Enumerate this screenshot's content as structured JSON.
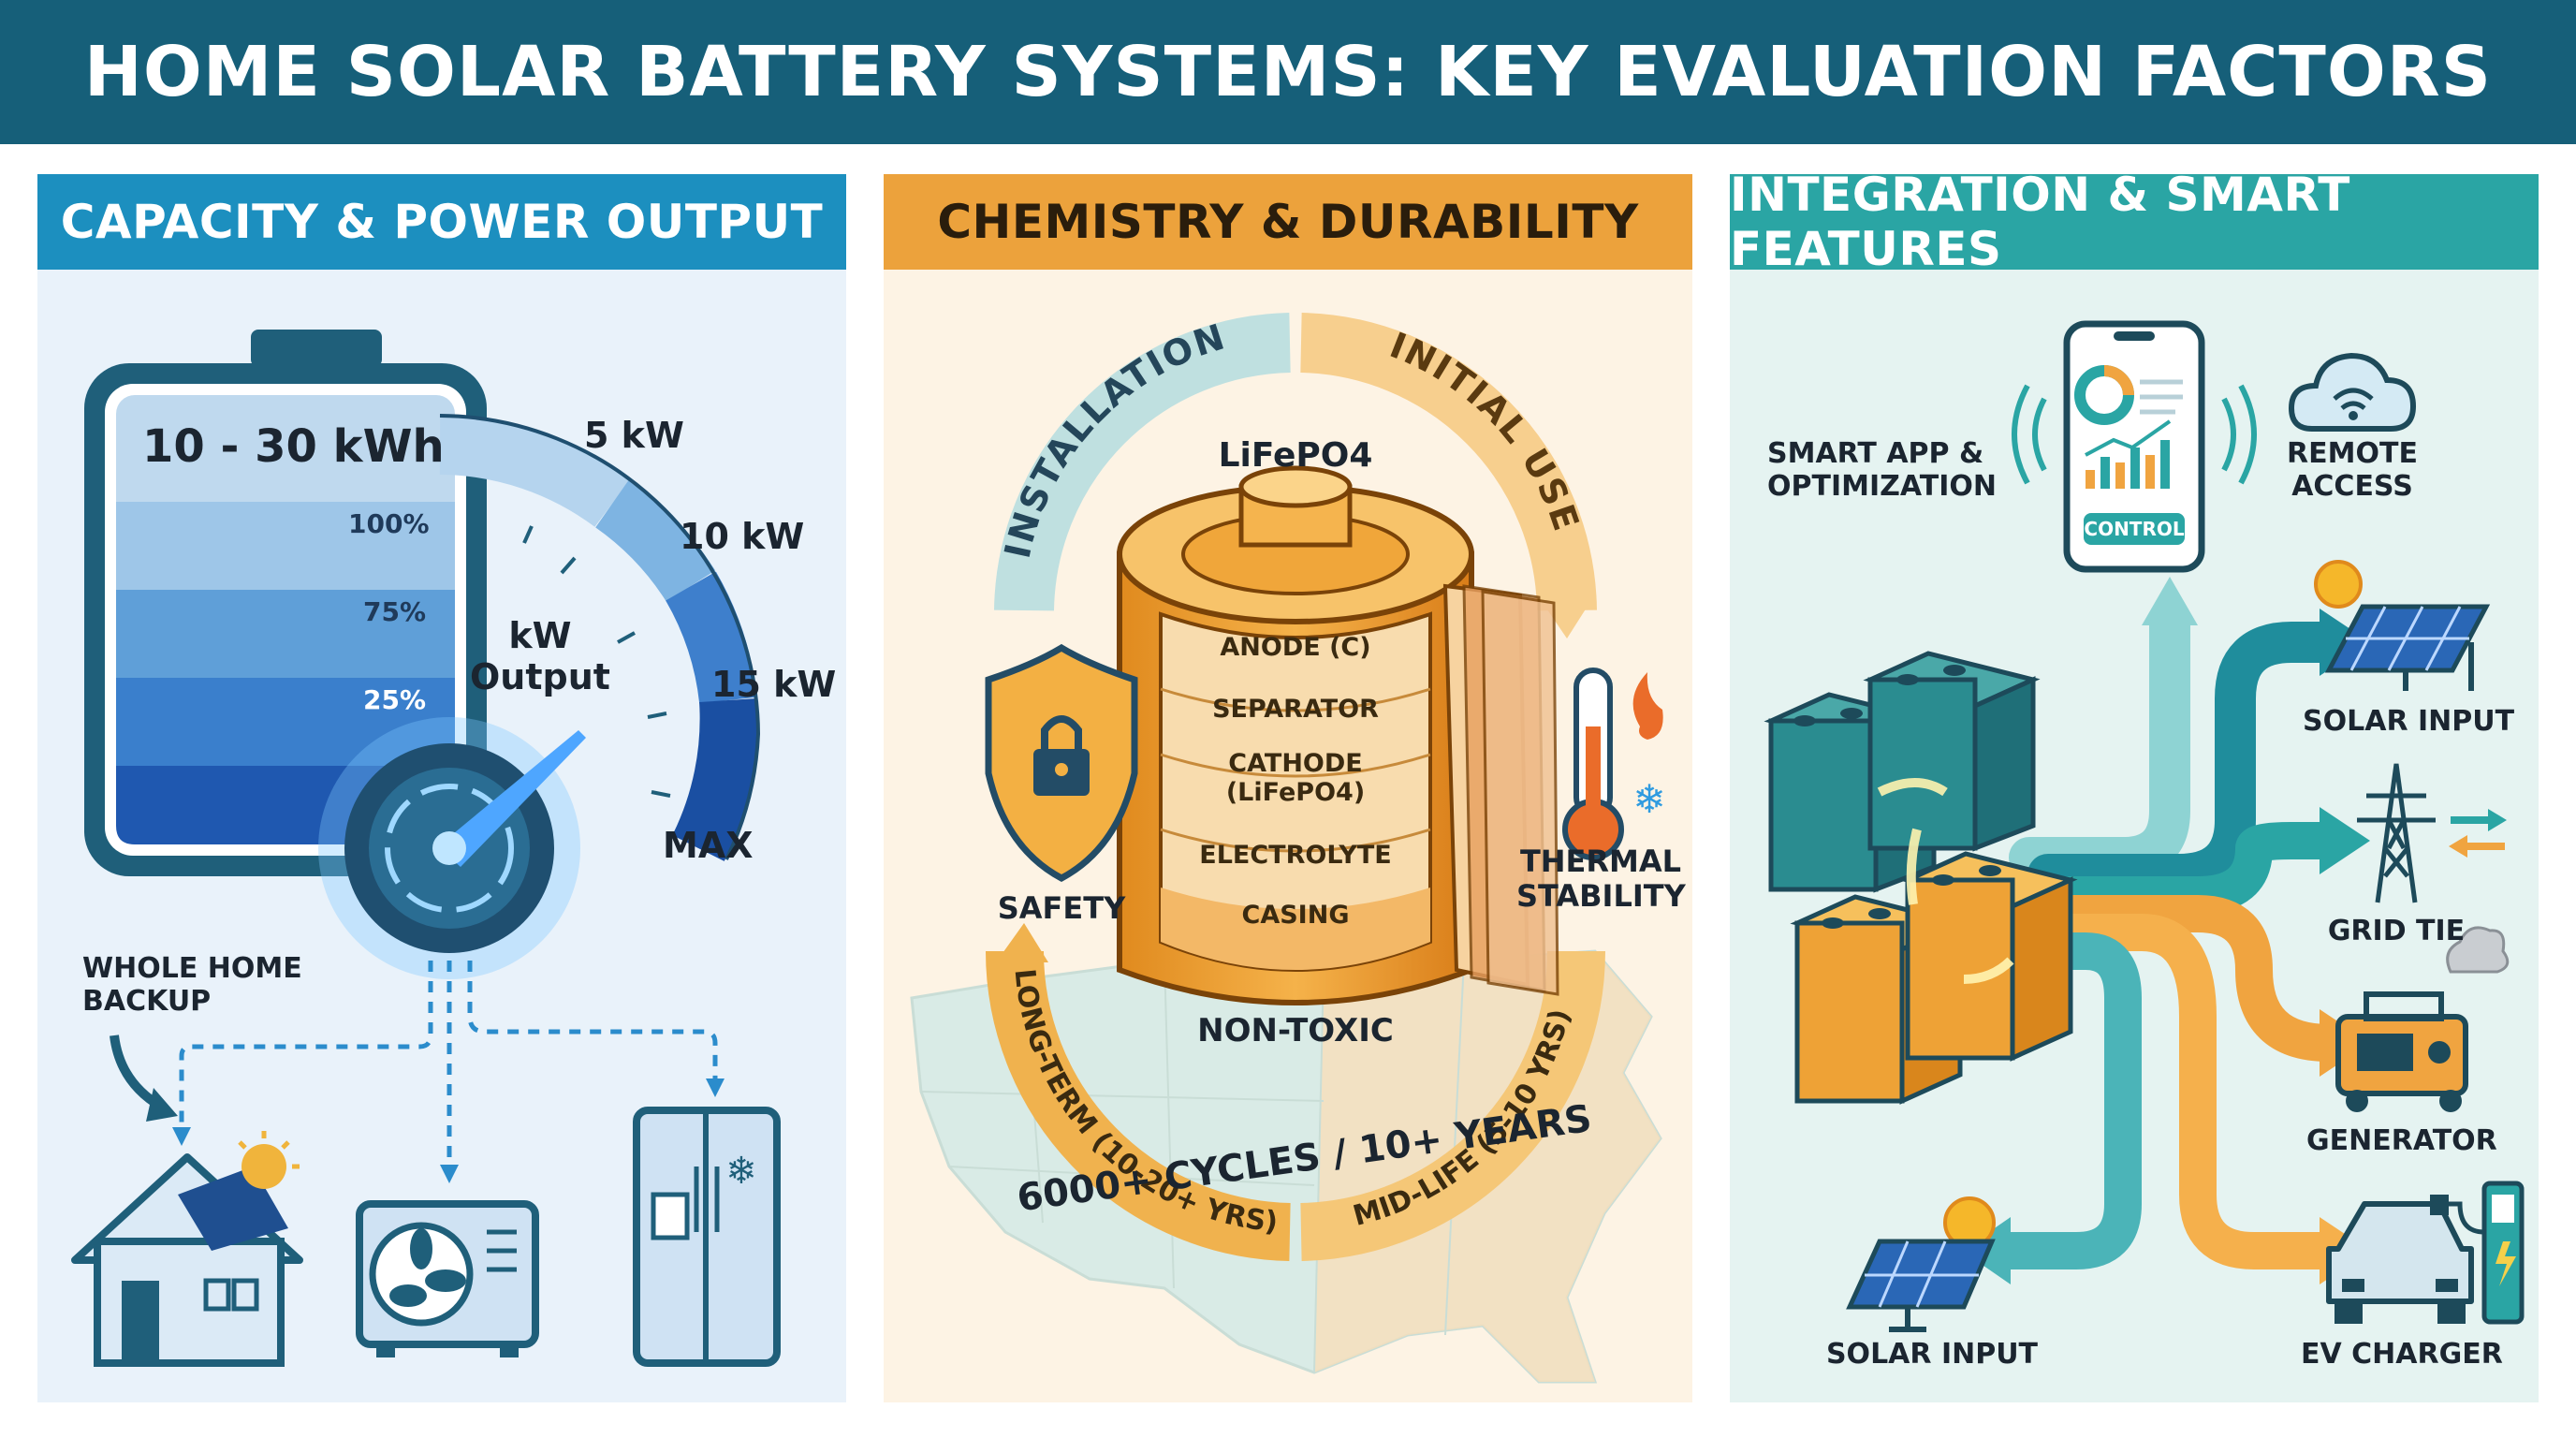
{
  "title": "HOME SOLAR BATTERY SYSTEMS: KEY EVALUATION FACTORS",
  "colors": {
    "title_bg": "#165f79",
    "capacity_accent": "#1c8fbf",
    "chemistry_accent": "#eca23c",
    "integration_accent": "#2aa5a4"
  },
  "capacity": {
    "heading": "CAPACITY & POWER OUTPUT",
    "range": "10 - 30 kWh",
    "levels": [
      "100%",
      "75%",
      "25%"
    ],
    "gauge_center": "kW\nOutput",
    "gauge_ticks": [
      "5 kW",
      "10 kW",
      "15 kW",
      "MAX"
    ],
    "backup_label": "WHOLE HOME\nBACKUP",
    "loads": [
      "house-icon",
      "ac-unit-icon",
      "refrigerator-icon"
    ]
  },
  "chemistry": {
    "heading": "CHEMISTRY & DURABILITY",
    "arc_top_left": "INSTALLATION",
    "arc_top_right": "INITIAL USE",
    "arc_bottom_left": "LONG-TERM (10-20+ YRS)",
    "arc_bottom_right": "MID-LIFE (5-10 YRS)",
    "cell_label": "LiFePO4",
    "layers": [
      "ANODE (C)",
      "SEPARATOR",
      "CATHODE\n(LiFePO4)",
      "ELECTROLYTE",
      "CASING"
    ],
    "non_toxic": "NON-TOXIC",
    "safety": "SAFETY",
    "thermal": "THERMAL\nSTABILITY",
    "cycles": "6000+ CYCLES / 10+ YEARS"
  },
  "integration": {
    "heading": "INTEGRATION & SMART FEATURES",
    "smart_app": "SMART APP &\nOPTIMIZATION",
    "control": "CONTROL",
    "remote": "REMOTE\nACCESS",
    "solar_input_right": "SOLAR INPUT",
    "grid_tie": "GRID TIE",
    "generator": "GENERATOR",
    "ev_charger": "EV CHARGER",
    "solar_input_left": "SOLAR INPUT"
  }
}
